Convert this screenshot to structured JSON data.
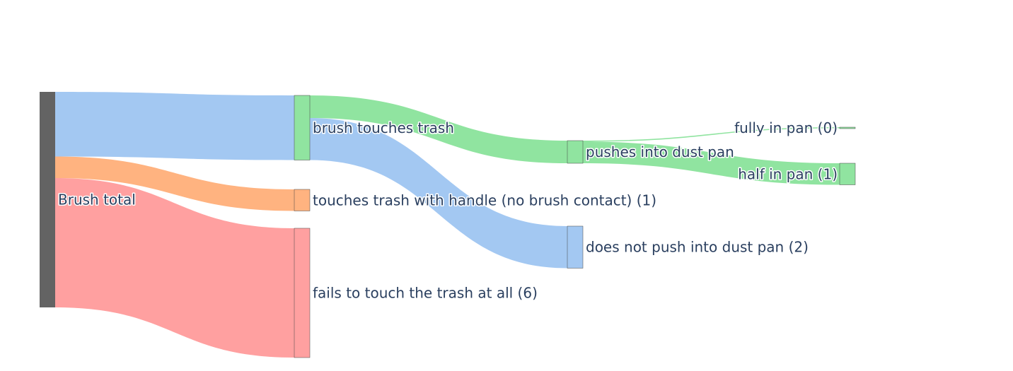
{
  "chart_data": {
    "type": "sankey",
    "nodes": [
      {
        "id": "total",
        "label": "Brush total",
        "color": "#636363"
      },
      {
        "id": "touch",
        "label": "brush touches trash",
        "color": "#90e4a0"
      },
      {
        "id": "handle",
        "label": "touches trash with handle (no brush contact) (1)",
        "color": "#ffb380"
      },
      {
        "id": "fail",
        "label": "fails to touch the trash at all (6)",
        "color": "#ffa0a0"
      },
      {
        "id": "push",
        "label": "pushes into dust pan",
        "color": "#90e4a0"
      },
      {
        "id": "nopush",
        "label": "does not push into dust pan (2)",
        "color": "#a3c8f2"
      },
      {
        "id": "full",
        "label": "fully in pan (0)",
        "color": "#90e4a0"
      },
      {
        "id": "half",
        "label": "half in pan (1)",
        "color": "#90e4a0"
      }
    ],
    "links": [
      {
        "source": "total",
        "target": "touch",
        "value": 3,
        "color": "#a3c8f2"
      },
      {
        "source": "total",
        "target": "handle",
        "value": 1,
        "color": "#ffb380"
      },
      {
        "source": "total",
        "target": "fail",
        "value": 6,
        "color": "#ffa0a0"
      },
      {
        "source": "touch",
        "target": "push",
        "value": 1.05,
        "color": "#90e4a0"
      },
      {
        "source": "touch",
        "target": "nopush",
        "value": 1.95,
        "color": "#a3c8f2"
      },
      {
        "source": "push",
        "target": "full",
        "value": 0.05,
        "color": "#90e4a0"
      },
      {
        "source": "push",
        "target": "half",
        "value": 1,
        "color": "#90e4a0"
      }
    ]
  }
}
